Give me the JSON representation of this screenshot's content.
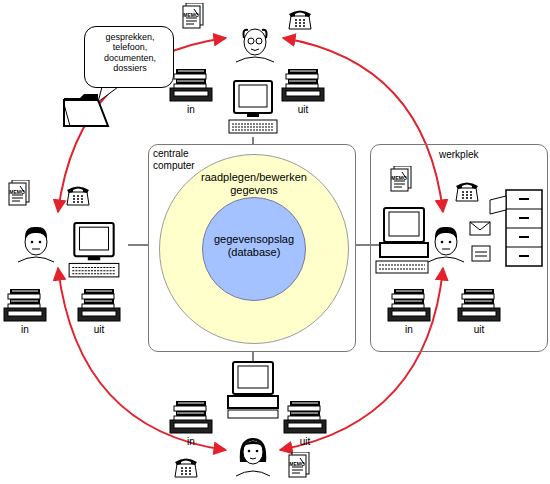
{
  "diagram": {
    "nodes": [
      {
        "text": [
          "gesprekken, telefoon, documenten, dossiers"
        ]
      },
      {
        "text": [
          "centrale computer"
        ]
      },
      {
        "text": [
          "raadplegen/bewerken gegevens"
        ],
        "in": 1
      },
      {
        "text": [
          "gegevensopslag (database)"
        ],
        "in": 2
      },
      {
        "text": [
          "werkplek"
        ]
      }
    ],
    "labels": [
      "MEMO",
      "in",
      "uit",
      "MEMO",
      "in",
      "uit",
      "MEMO",
      "in",
      "uit",
      "in",
      "uit",
      "MEMO"
    ]
  }
}
